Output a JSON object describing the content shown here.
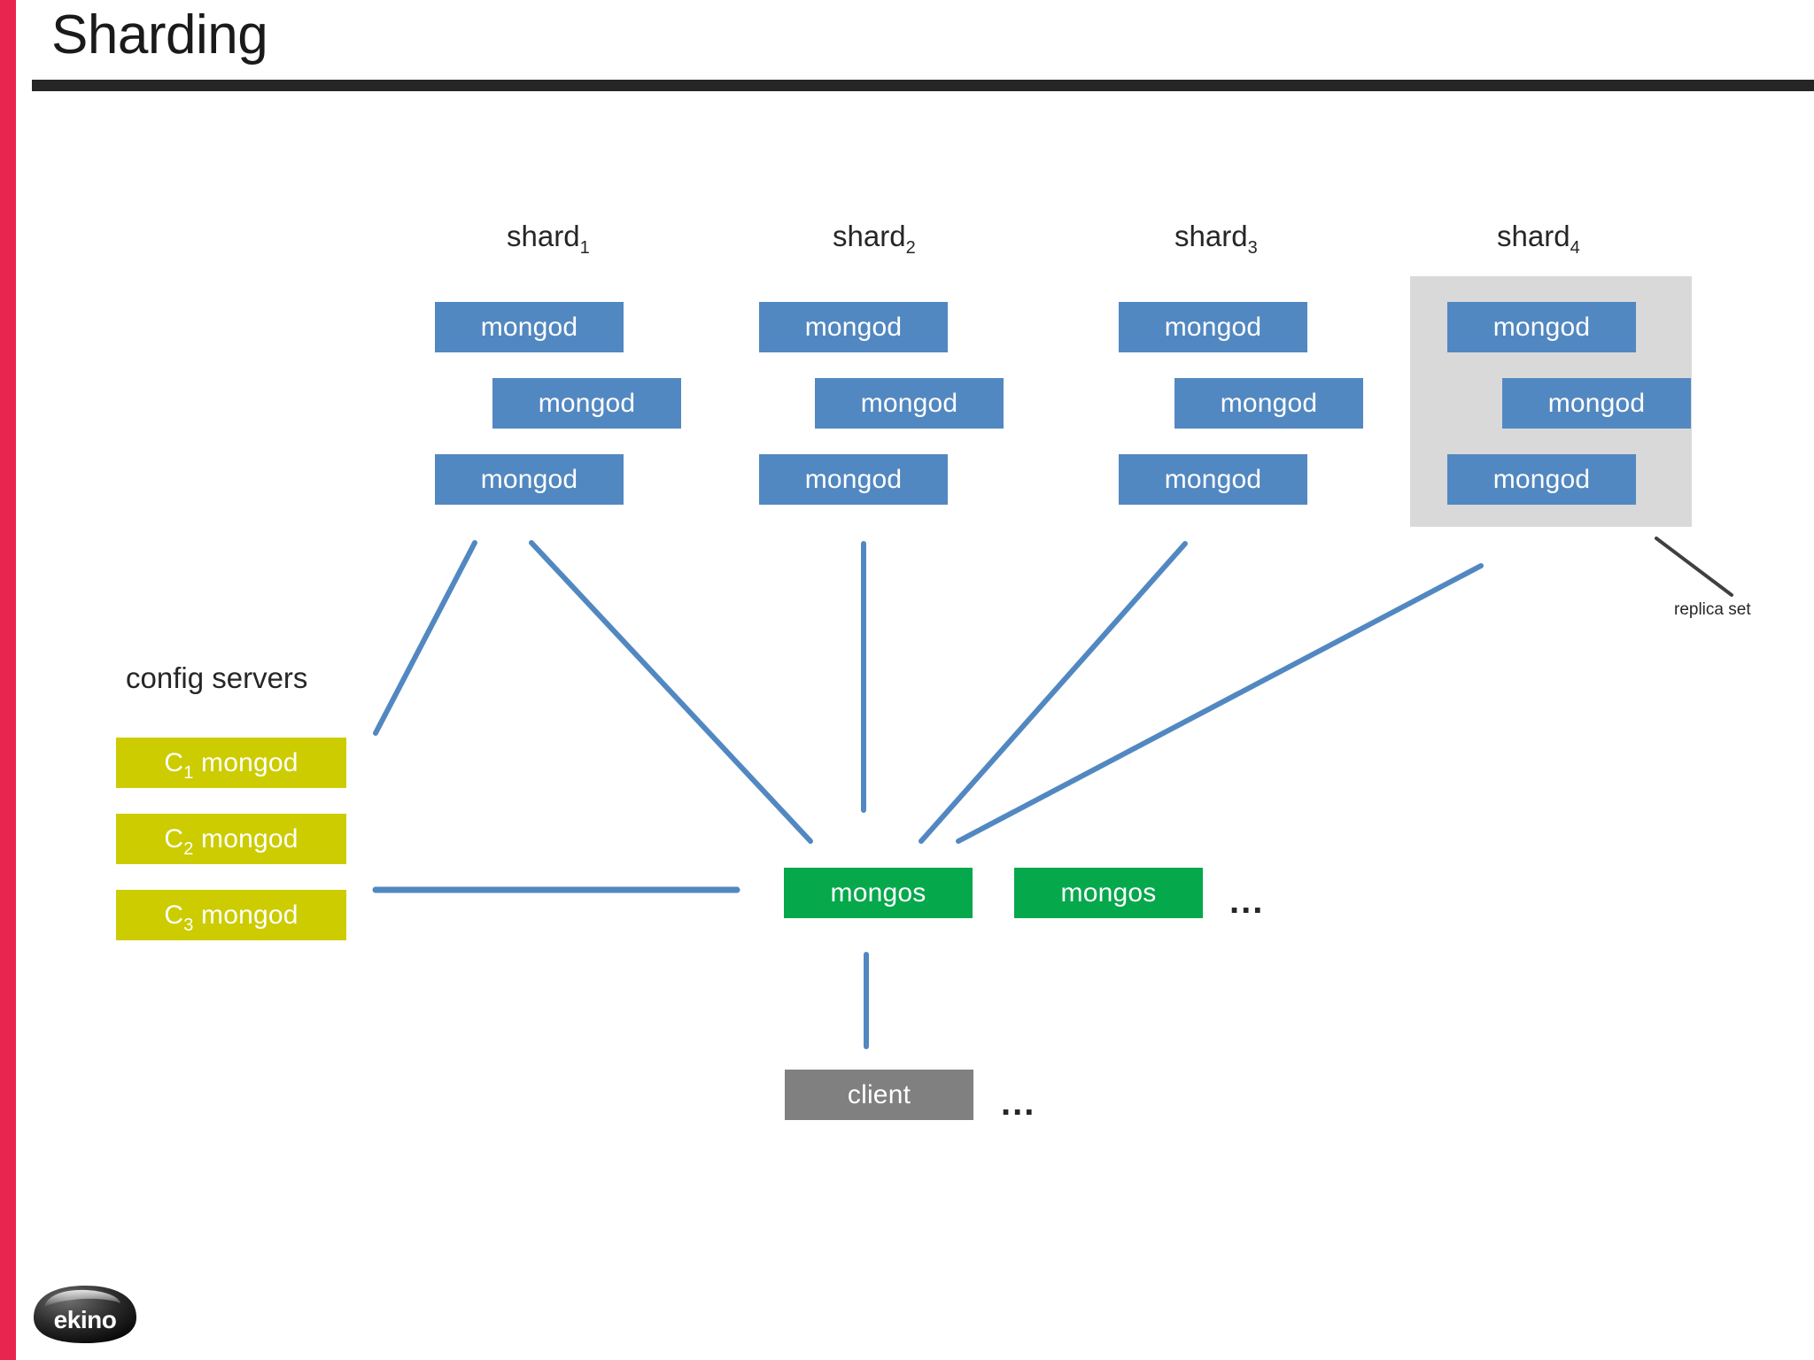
{
  "slide": {
    "title": "Sharding",
    "accent_color": "#e8254f",
    "rule_color": "#262626"
  },
  "colors": {
    "mongod": "#5288c1",
    "config_server": "#cccc00",
    "mongos": "#06a84c",
    "client": "#808080",
    "replica_set_group": "#d9d9d9",
    "connector": "#5288c1",
    "leader_line": "#404040"
  },
  "shards": [
    {
      "label": "shard",
      "subscript": "1",
      "grouped": false,
      "nodes": [
        {
          "label": "mongod"
        },
        {
          "label": "mongod"
        },
        {
          "label": "mongod"
        }
      ]
    },
    {
      "label": "shard",
      "subscript": "2",
      "grouped": false,
      "nodes": [
        {
          "label": "mongod"
        },
        {
          "label": "mongod"
        },
        {
          "label": "mongod"
        }
      ]
    },
    {
      "label": "shard",
      "subscript": "3",
      "grouped": false,
      "nodes": [
        {
          "label": "mongod"
        },
        {
          "label": "mongod"
        },
        {
          "label": "mongod"
        }
      ]
    },
    {
      "label": "shard",
      "subscript": "4",
      "grouped": true,
      "nodes": [
        {
          "label": "mongod"
        },
        {
          "label": "mongod"
        },
        {
          "label": "mongod"
        }
      ]
    }
  ],
  "annotations": {
    "replica_set": "replica set"
  },
  "config_servers": {
    "title": "config servers",
    "nodes": [
      {
        "prefix": "C",
        "subscript": "1",
        "label": " mongod"
      },
      {
        "prefix": "C",
        "subscript": "2",
        "label": " mongod"
      },
      {
        "prefix": "C",
        "subscript": "3",
        "label": " mongod"
      }
    ]
  },
  "routers": {
    "nodes": [
      {
        "label": "mongos"
      },
      {
        "label": "mongos"
      }
    ],
    "ellipsis": "..."
  },
  "clients": {
    "nodes": [
      {
        "label": "client"
      }
    ],
    "ellipsis": "..."
  },
  "logo": {
    "text": "ekino"
  }
}
